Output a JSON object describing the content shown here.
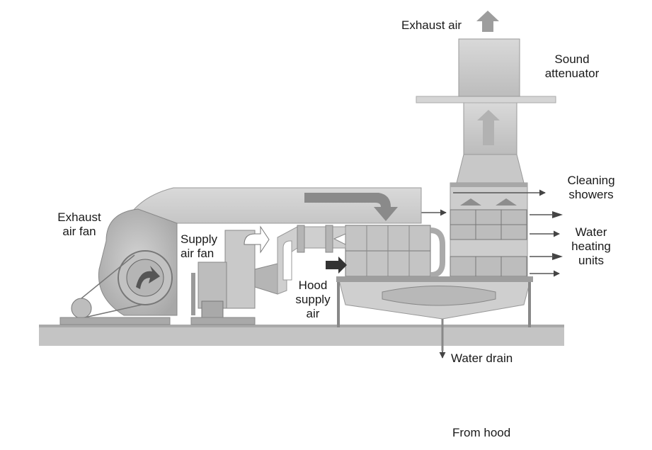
{
  "labels": {
    "exhaust_air": "Exhaust air",
    "sound_attenuator": "Sound\nattenuator",
    "cleaning_showers": "Cleaning\nshowers",
    "water_heating_units": "Water\nheating\nunits",
    "exhaust_air_fan": "Exhaust\nair fan",
    "supply_air_fan": "Supply\nair fan",
    "hood_supply_air": "Hood\nsupply\nair",
    "water_drain": "Water drain",
    "from_hood": "From hood"
  },
  "colors": {
    "duct_fill": "#cfcfcf",
    "duct_dark": "#9a9a9a",
    "floor": "#bdbdbd",
    "arrow_dark": "#3a3a3a",
    "background": "#ffffff"
  }
}
